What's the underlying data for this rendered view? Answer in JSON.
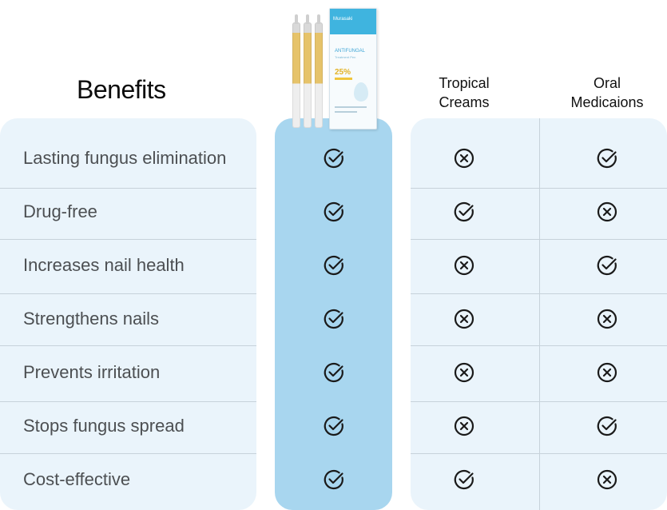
{
  "heading": "Benefits",
  "columns": {
    "tropical": [
      "Tropical",
      "Creams"
    ],
    "oral": [
      "Oral",
      "Medicaions"
    ]
  },
  "product": {
    "brand": "Murasaki",
    "label": "ANTIFUNGAL",
    "sublabel": "Treatment Pen",
    "percent": "25%"
  },
  "rows": [
    {
      "label": "Lasting fungus elimination",
      "ours": "check",
      "tropical": "cross",
      "oral": "check"
    },
    {
      "label": "Drug-free",
      "ours": "check",
      "tropical": "check",
      "oral": "cross"
    },
    {
      "label": "Increases nail health",
      "ours": "check",
      "tropical": "cross",
      "oral": "check"
    },
    {
      "label": "Strengthens nails",
      "ours": "check",
      "tropical": "cross",
      "oral": "cross"
    },
    {
      "label": "Prevents irritation",
      "ours": "check",
      "tropical": "cross",
      "oral": "cross"
    },
    {
      "label": "Stops fungus spread",
      "ours": "check",
      "tropical": "cross",
      "oral": "check"
    },
    {
      "label": "Cost-effective",
      "ours": "check",
      "tropical": "check",
      "oral": "cross"
    }
  ],
  "icons": {
    "check": "check-circle-icon",
    "cross": "x-circle-icon"
  },
  "colors": {
    "ours_bg": "#a8d6ef",
    "panel_bg": "#eaf4fb",
    "divider": "#c7d2da",
    "icon": "#1a1a1a"
  }
}
